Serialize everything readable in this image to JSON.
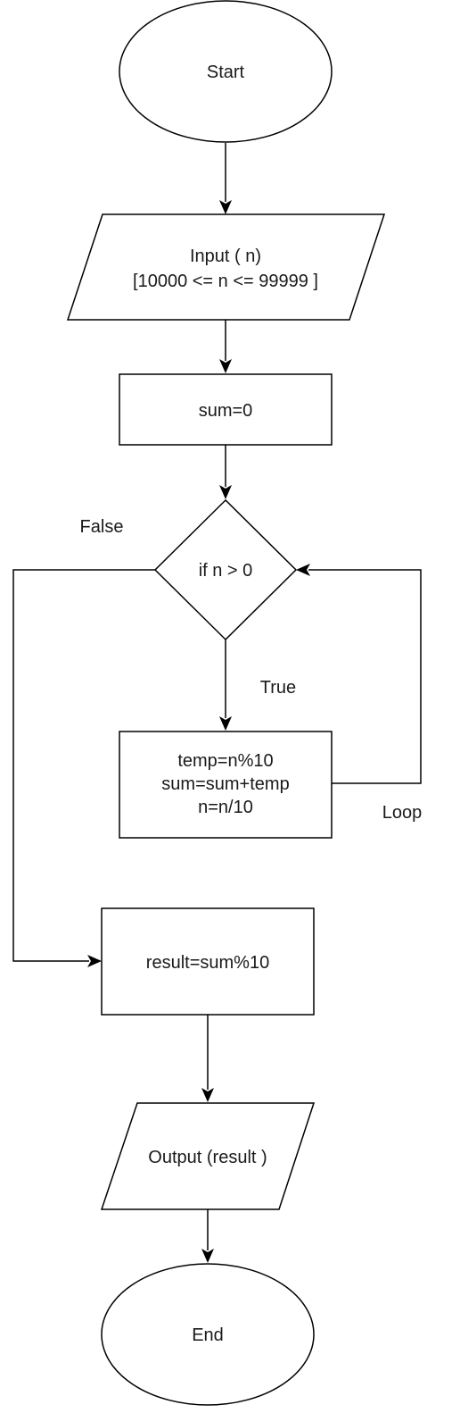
{
  "diagram": {
    "nodes": {
      "start": {
        "text": "Start",
        "shape": "ellipse"
      },
      "input": {
        "line1": "Input ( n)",
        "line2": "[10000 <= n <= 99999 ]",
        "shape": "parallelogram"
      },
      "init_sum": {
        "text": "sum=0",
        "shape": "rectangle"
      },
      "condition": {
        "text": "if n > 0",
        "shape": "diamond"
      },
      "loop_body": {
        "line1": "temp=n%10",
        "line2": "sum=sum+temp",
        "line3": "n=n/10",
        "shape": "rectangle"
      },
      "result": {
        "text": "result=sum%10",
        "shape": "rectangle"
      },
      "output": {
        "text": "Output (result )",
        "shape": "parallelogram"
      },
      "end": {
        "text": "End",
        "shape": "ellipse"
      }
    },
    "edge_labels": {
      "false": "False",
      "true": "True",
      "loop": "Loop"
    },
    "colors": {
      "stroke": "#000000",
      "fill": "#ffffff",
      "text": "#1a1a1a"
    }
  }
}
